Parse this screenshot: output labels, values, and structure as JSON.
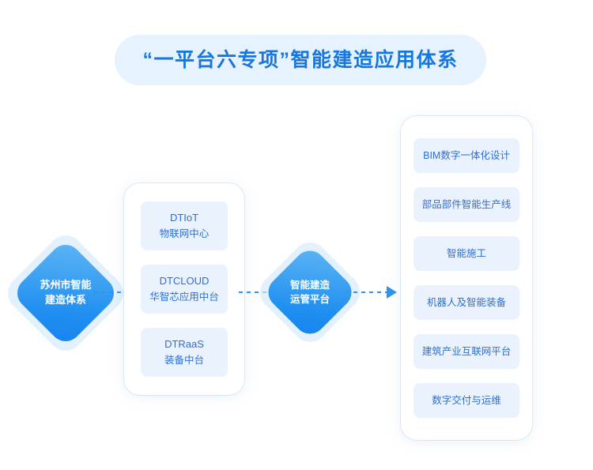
{
  "title": {
    "text": "“一平台六专项”智能建造应用体系"
  },
  "nodes": {
    "source": {
      "line1": "苏州市智能",
      "line2": "建造体系"
    },
    "platform": {
      "line1": "智能建造",
      "line2": "运管平台"
    }
  },
  "middle_panel": {
    "cards": [
      {
        "title": "DTIoT",
        "sub": "物联网中心"
      },
      {
        "title": "DTCLOUD",
        "sub": "华智芯应用中台"
      },
      {
        "title": "DTRaaS",
        "sub": "装备中台"
      }
    ]
  },
  "right_panel": {
    "cards": [
      {
        "label": "BIM数字一体化设计"
      },
      {
        "label": "部品部件智能生产线"
      },
      {
        "label": "智能施工"
      },
      {
        "label": "机器人及智能装备"
      },
      {
        "label": "建筑产业互联网平台"
      },
      {
        "label": "数字交付与运维"
      }
    ]
  },
  "colors": {
    "accent": "#1677e0",
    "title_pill_bg": "#e6f2fd",
    "card_bg": "#eaf3fd",
    "card_text": "#2d6fd6",
    "node_blue": "#2f93f0",
    "connector": "#2f93f0",
    "page_bg": "#ffffff"
  }
}
